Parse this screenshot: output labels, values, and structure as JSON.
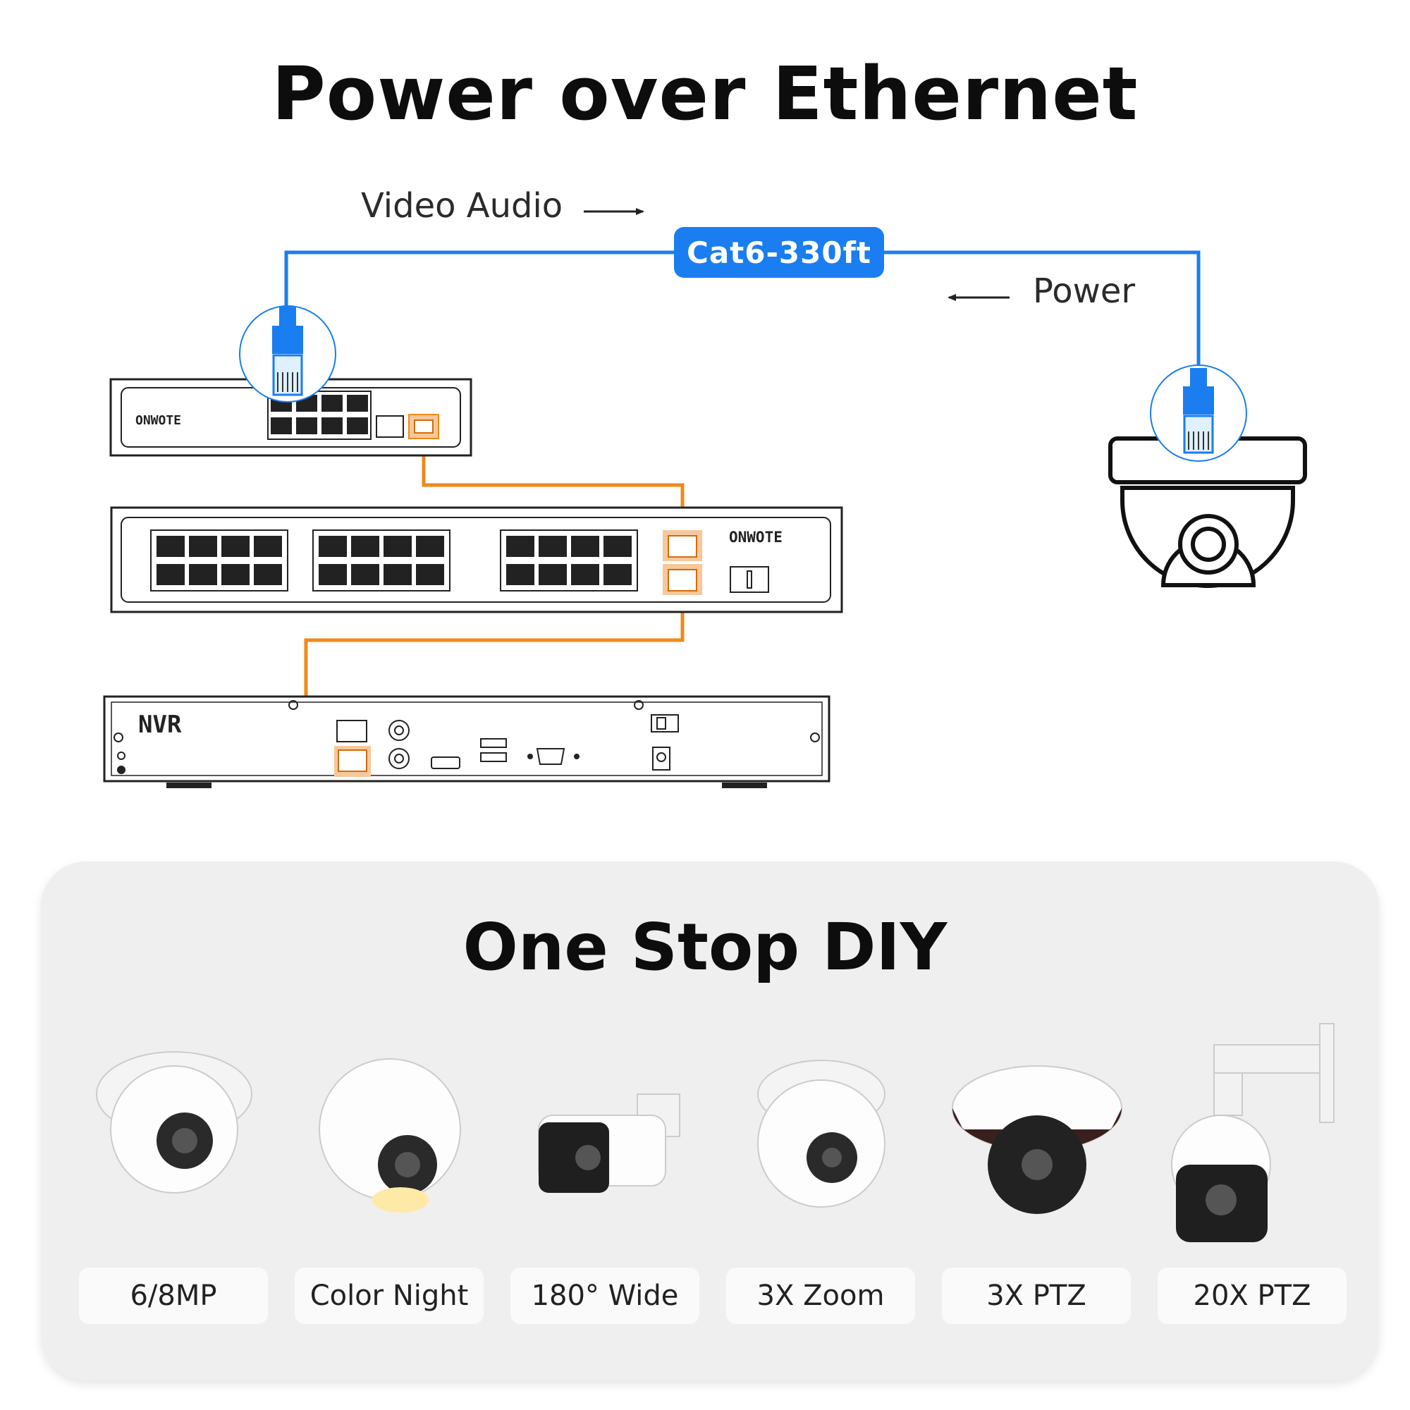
{
  "title": "Power over Ethernet",
  "diagram": {
    "label_video_audio": "Video Audio",
    "label_power": "Power",
    "cable_label": "Cat6-330ft",
    "switch_small_brand": "ONWOTE",
    "switch_large_brand": "ONWOTE",
    "nvr_label": "NVR",
    "colors": {
      "poe_cable": "#1a7ef0",
      "uplink_cable": "#f0891b"
    }
  },
  "section": {
    "title": "One Stop DIY",
    "cameras": [
      {
        "label": "6/8MP",
        "icon": "turret-camera-icon"
      },
      {
        "label": "Color Night",
        "icon": "turret-spotlight-camera-icon"
      },
      {
        "label": "180° Wide",
        "icon": "bullet-camera-icon"
      },
      {
        "label": "3X Zoom",
        "icon": "turret-camera-icon"
      },
      {
        "label": "3X PTZ",
        "icon": "ptz-dome-camera-icon"
      },
      {
        "label": "20X PTZ",
        "icon": "ptz-speed-dome-camera-icon"
      }
    ]
  }
}
